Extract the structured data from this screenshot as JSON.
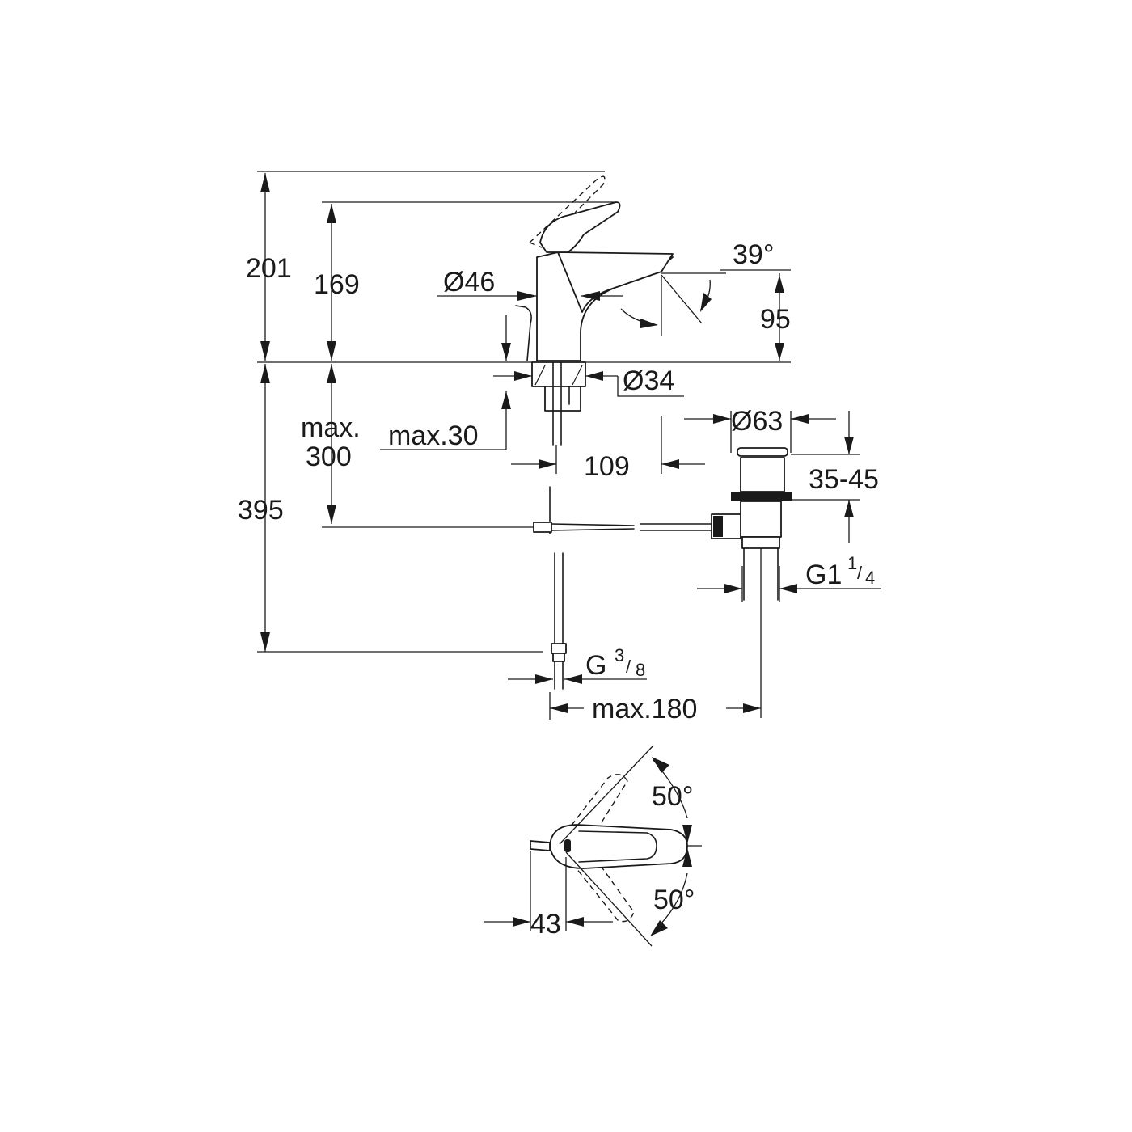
{
  "dimensions": {
    "height_total": "201",
    "height_spout_top": "169",
    "body_diameter": "Ø46",
    "spout_angle": "39°",
    "spout_height": "95",
    "hole_diameter": "Ø34",
    "max_depth_line1": "max.",
    "max_depth_line2": "300",
    "max_thickness": "max.30",
    "spout_reach": "109",
    "waste_diameter": "Ø63",
    "waste_range": "35-45",
    "waste_thread_base": "G1",
    "waste_thread_num": "1",
    "waste_thread_den": "4",
    "below_deck": "395",
    "hose_thread_base": "G",
    "hose_thread_num": "3",
    "hose_thread_den": "8",
    "waste_offset": "max.180",
    "rotation_angle_upper": "50°",
    "rotation_angle_lower": "50°",
    "lever_offset": "43"
  },
  "colors": {
    "line": "#1a1a1a",
    "background": "#ffffff"
  },
  "icons": {
    "arrowheads": "triangle-arrow",
    "diameter": "Ø"
  }
}
